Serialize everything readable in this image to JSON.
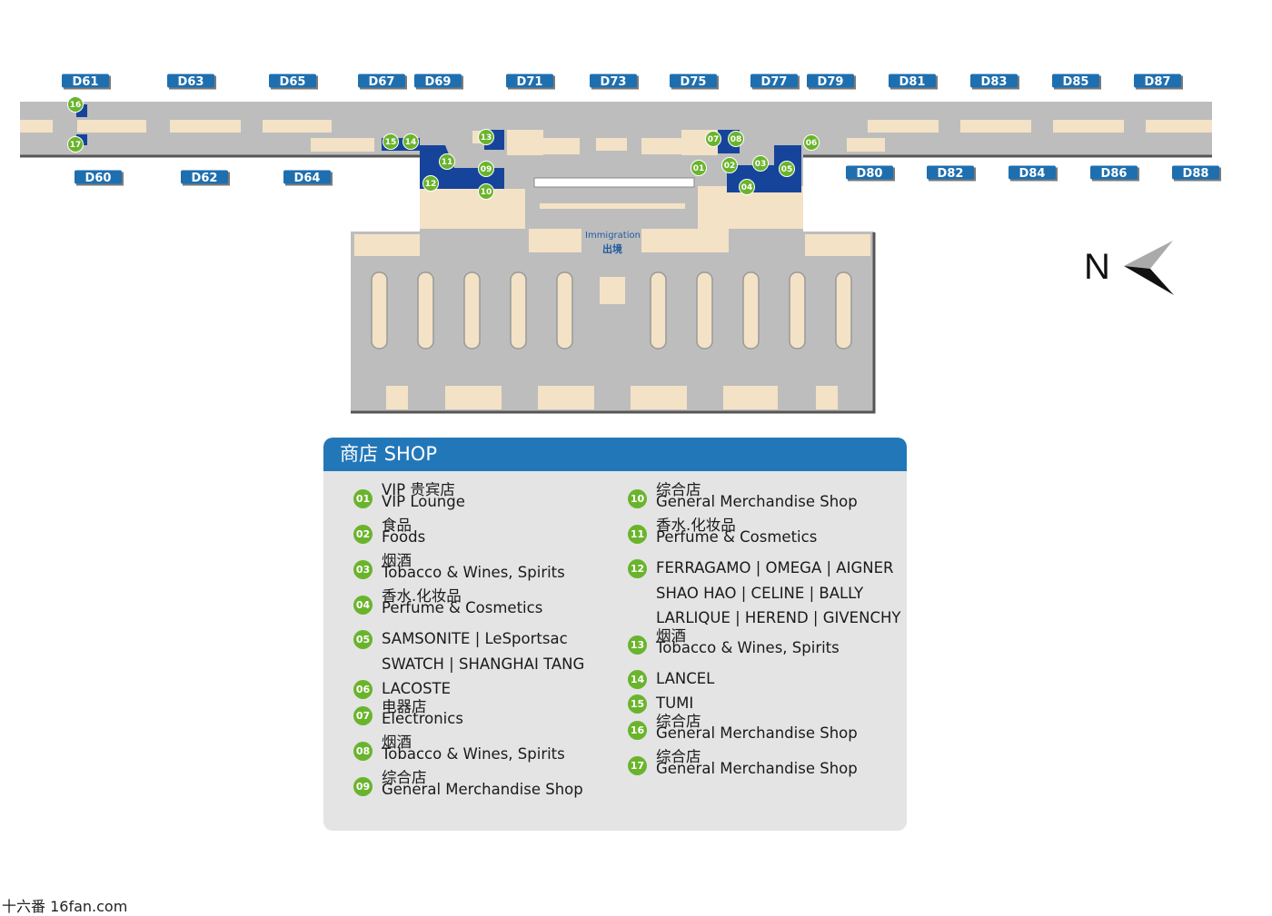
{
  "gates_top": [
    "D61",
    "D63",
    "D65",
    "D67",
    "D69",
    "D71",
    "D73",
    "D75",
    "D77",
    "D79",
    "D81",
    "D83",
    "D85",
    "D87"
  ],
  "gates_bottom_left": [
    "D60",
    "D62",
    "D64"
  ],
  "gates_bottom_right": [
    "D80",
    "D82",
    "D84",
    "D86",
    "D88"
  ],
  "immigration": {
    "en": "Immigration",
    "cn": "出境"
  },
  "north_label": "N",
  "shop_markers": [
    "01",
    "02",
    "03",
    "04",
    "05",
    "06",
    "07",
    "08",
    "09",
    "10",
    "11",
    "12",
    "13",
    "14",
    "15",
    "16",
    "17"
  ],
  "legend": {
    "title": "商店 SHOP",
    "left": [
      {
        "num": "01",
        "lines": [
          "VIP 贵宾店",
          "VIP Lounge"
        ]
      },
      {
        "num": "02",
        "lines": [
          "食品",
          "Foods"
        ]
      },
      {
        "num": "03",
        "lines": [
          "烟酒",
          "Tobacco & Wines, Spirits"
        ]
      },
      {
        "num": "04",
        "lines": [
          "香水.化妆品",
          "Perfume & Cosmetics"
        ]
      },
      {
        "num": "05",
        "lines": [
          "SAMSONITE | LeSportsac",
          "SWATCH | SHANGHAI TANG"
        ]
      },
      {
        "num": "06",
        "lines": [
          "LACOSTE"
        ]
      },
      {
        "num": "07",
        "lines": [
          "电器店",
          "Electronics"
        ]
      },
      {
        "num": "08",
        "lines": [
          "烟酒",
          "Tobacco & Wines, Spirits"
        ]
      },
      {
        "num": "09",
        "lines": [
          "综合店",
          "General Merchandise Shop"
        ]
      }
    ],
    "right": [
      {
        "num": "10",
        "lines": [
          "综合店",
          "General Merchandise Shop"
        ]
      },
      {
        "num": "11",
        "lines": [
          "香水.化妆品",
          "Perfume & Cosmetics"
        ]
      },
      {
        "num": "12",
        "lines": [
          "FERRAGAMO | OMEGA | AIGNER",
          "SHAO HAO | CELINE | BALLY",
          "LARLIQUE | HEREND | GIVENCHY"
        ]
      },
      {
        "num": "13",
        "lines": [
          "烟酒",
          "Tobacco & Wines, Spirits"
        ]
      },
      {
        "num": "14",
        "lines": [
          "LANCEL"
        ]
      },
      {
        "num": "15",
        "lines": [
          "TUMI"
        ]
      },
      {
        "num": "16",
        "lines": [
          "综合店",
          "General Merchandise Shop"
        ]
      },
      {
        "num": "17",
        "lines": [
          "综合店",
          "General Merchandise Shop"
        ]
      }
    ]
  },
  "footer": "十六番 16fan.com",
  "colors": {
    "gate": "#1d6fb0",
    "shop_zone": "#f4e2c6",
    "floor": "#bdbdbd",
    "store_blue": "#16449a",
    "marker": "#6ab42c",
    "header": "#2277b9"
  }
}
